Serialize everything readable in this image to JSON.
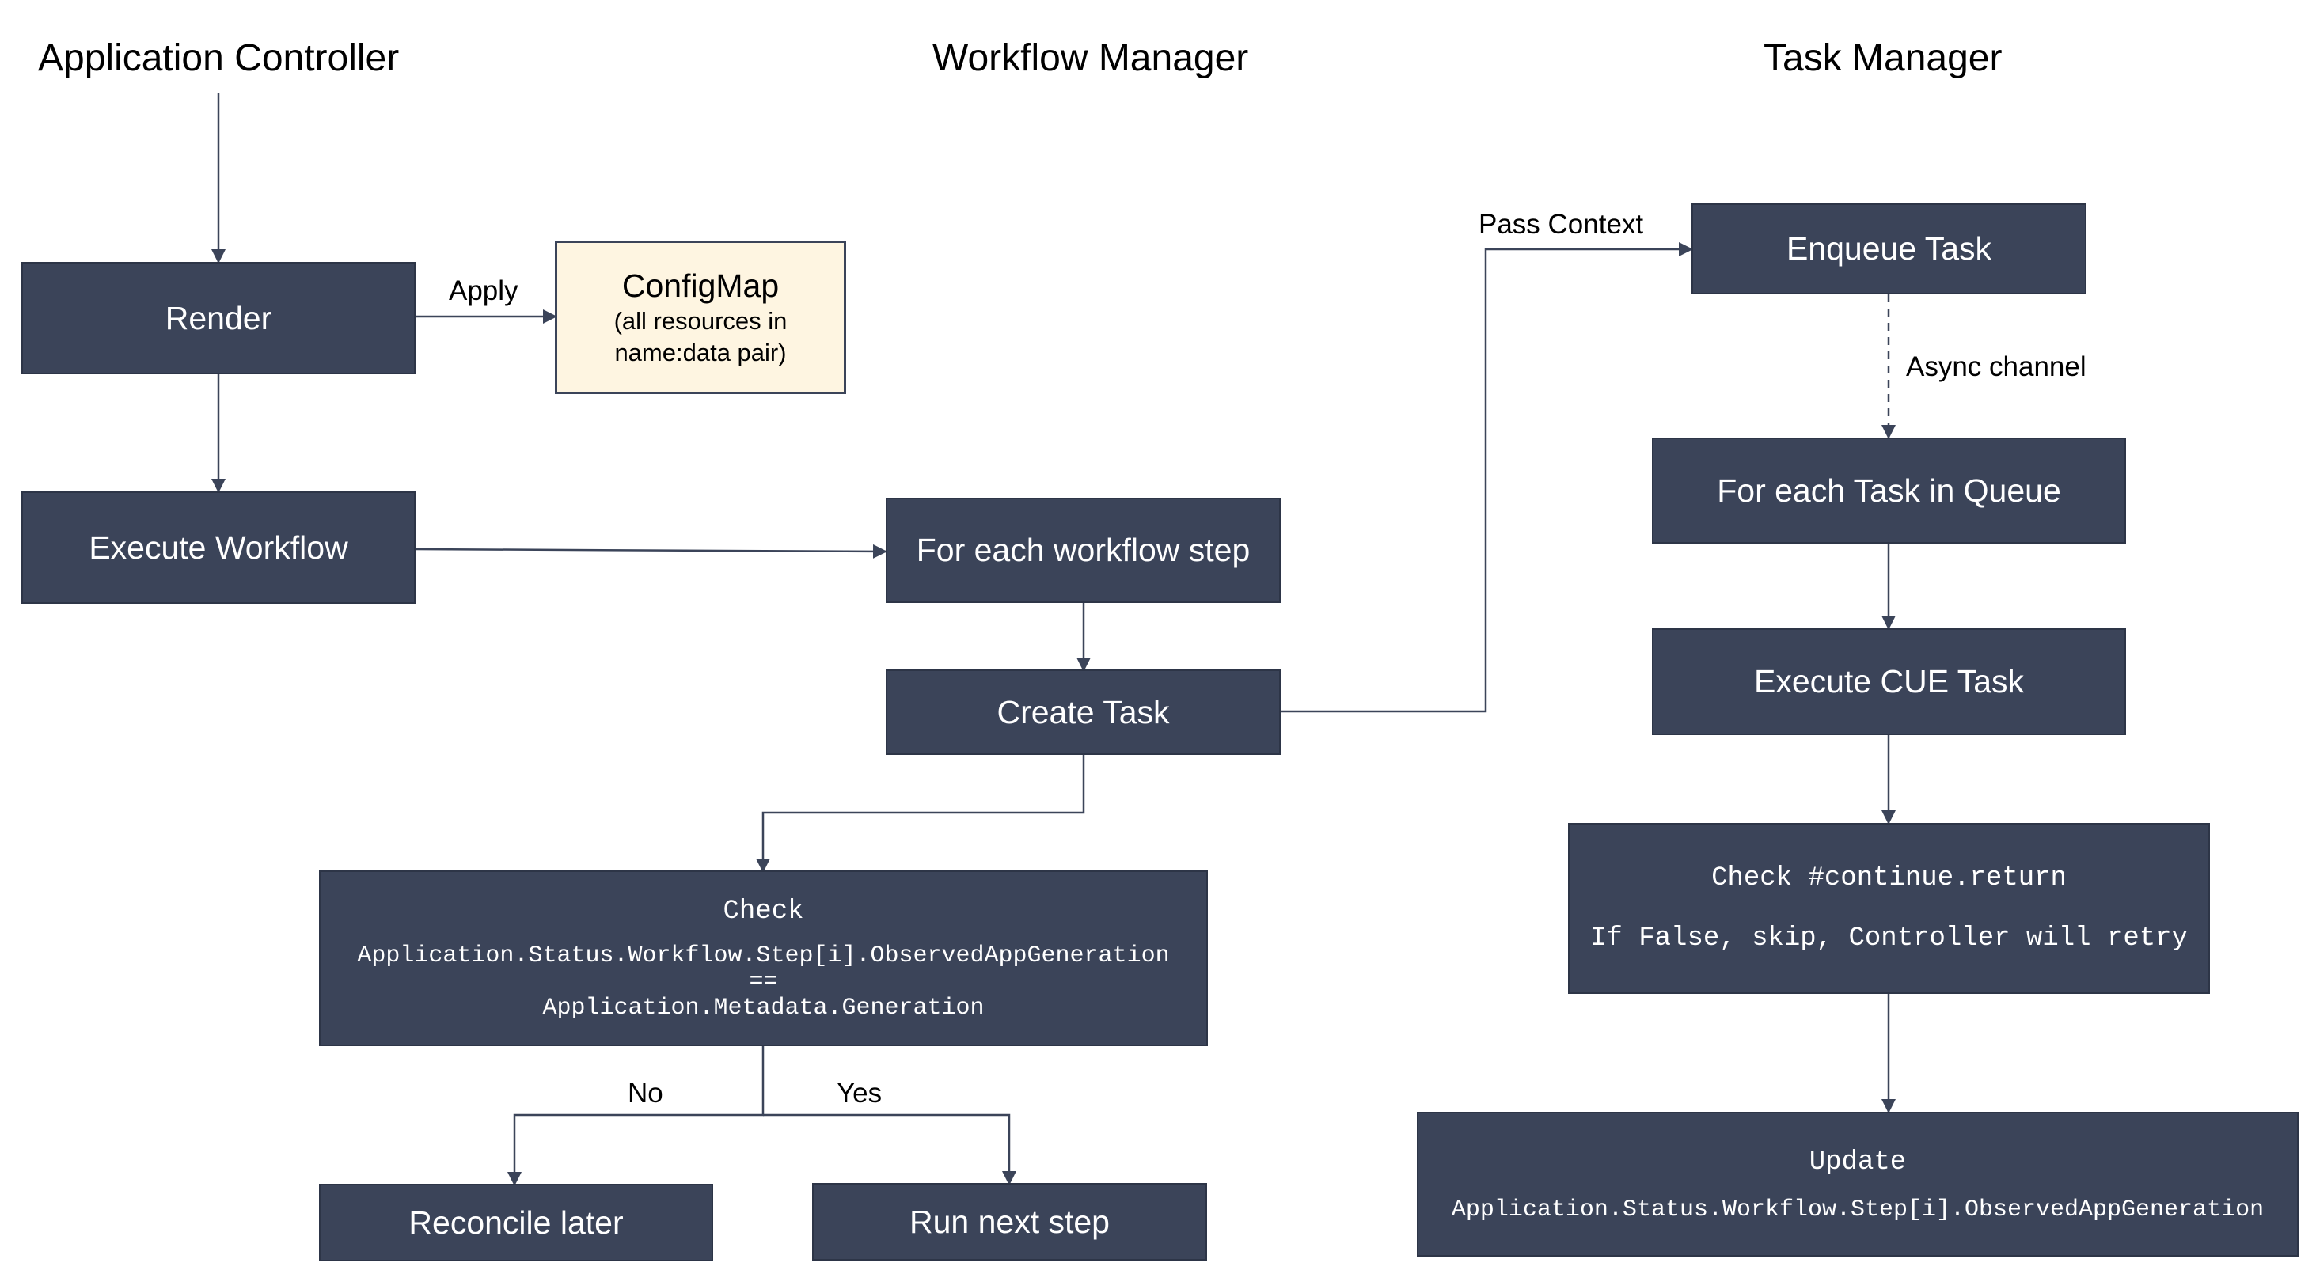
{
  "lanes": {
    "application_controller": "Application Controller",
    "workflow_manager": "Workflow Manager",
    "task_manager": "Task Manager"
  },
  "nodes": {
    "render": "Render",
    "execute_workflow": "Execute Workflow",
    "configmap": {
      "title": "ConfigMap",
      "line1": "(all resources in",
      "line2": "name:data pair)"
    },
    "for_each_workflow_step": "For each workflow step",
    "create_task": "Create Task",
    "check": {
      "title": "Check",
      "line1": "Application.Status.Workflow.Step[i].ObservedAppGeneration",
      "line2": "==",
      "line3": "Application.Metadata.Generation"
    },
    "reconcile_later": "Reconcile later",
    "run_next_step": "Run next step",
    "enqueue_task": "Enqueue Task",
    "for_each_task_in_queue": "For each Task in Queue",
    "execute_cue_task": "Execute CUE Task",
    "check_continue": {
      "line1": "Check #continue.return",
      "line2": "If False, skip, Controller will retry"
    },
    "update": {
      "title": "Update",
      "line1": "Application.Status.Workflow.Step[i].ObservedAppGeneration"
    }
  },
  "edge_labels": {
    "apply": "Apply",
    "pass_context": "Pass Context",
    "async_channel": "Async channel",
    "no": "No",
    "yes": "Yes"
  },
  "colors": {
    "box_fill": "#3b4459",
    "configmap_fill": "#fef5e1",
    "line": "#3b4459"
  }
}
